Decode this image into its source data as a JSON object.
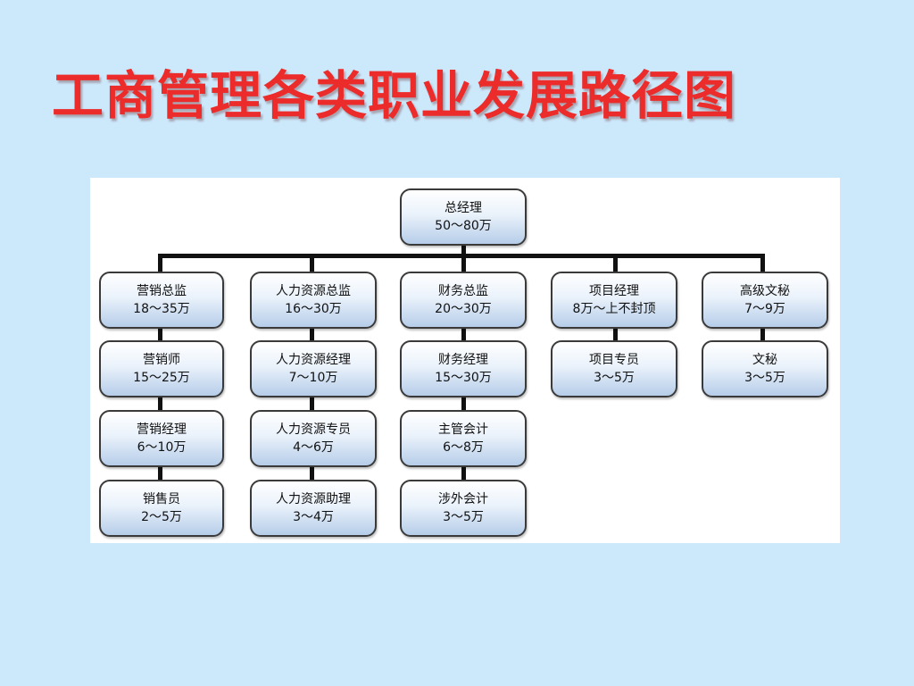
{
  "title": "工商管理各类职业发展路径图",
  "root": {
    "title": "总经理",
    "salary": "50～80万"
  },
  "columns": [
    {
      "nodes": [
        {
          "title": "营销总监",
          "salary": "18～35万"
        },
        {
          "title": "营销师",
          "salary": "15～25万"
        },
        {
          "title": "营销经理",
          "salary": "6～10万"
        },
        {
          "title": "销售员",
          "salary": "2～5万"
        }
      ]
    },
    {
      "nodes": [
        {
          "title": "人力资源总监",
          "salary": "16～30万"
        },
        {
          "title": "人力资源经理",
          "salary": "7～10万"
        },
        {
          "title": "人力资源专员",
          "salary": "4～6万"
        },
        {
          "title": "人力资源助理",
          "salary": "3～4万"
        }
      ]
    },
    {
      "nodes": [
        {
          "title": "财务总监",
          "salary": "20～30万"
        },
        {
          "title": "财务经理",
          "salary": "15～30万"
        },
        {
          "title": "主管会计",
          "salary": "6～8万"
        },
        {
          "title": "涉外会计",
          "salary": "3～5万"
        }
      ]
    },
    {
      "nodes": [
        {
          "title": "项目经理",
          "salary": "8万～上不封顶"
        },
        {
          "title": "项目专员",
          "salary": "3～5万"
        }
      ]
    },
    {
      "nodes": [
        {
          "title": "高级文秘",
          "salary": "7～9万"
        },
        {
          "title": "文秘",
          "salary": "3～5万"
        }
      ]
    }
  ]
}
